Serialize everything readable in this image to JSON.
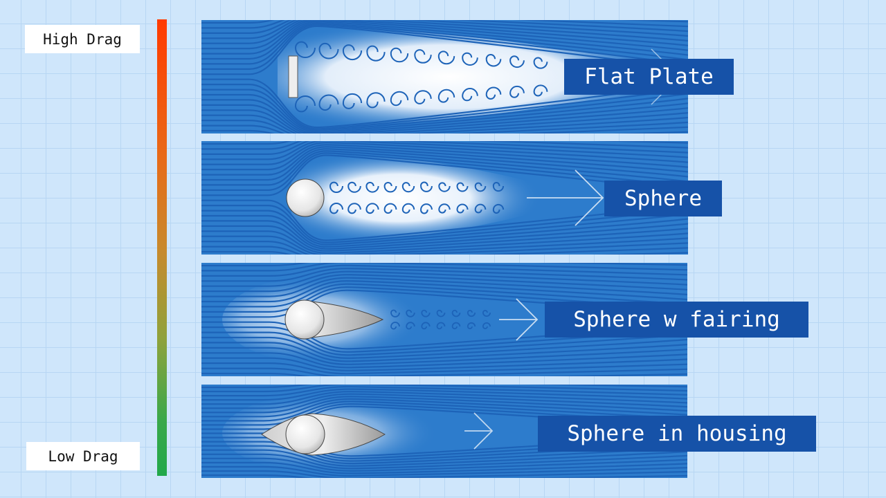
{
  "scale": {
    "high_label": "High Drag",
    "low_label": "Low Drag",
    "gradient_top_color": "#ff3a00",
    "gradient_bottom_color": "#22a84a"
  },
  "panels": [
    {
      "label": "Flat Plate",
      "object": "flat-plate",
      "wake": "wide-vortex"
    },
    {
      "label": "Sphere",
      "object": "sphere",
      "wake": "vortex"
    },
    {
      "label": "Sphere w fairing",
      "object": "sphere-with-fairing",
      "wake": "small-vortex"
    },
    {
      "label": "Sphere in housing",
      "object": "sphere-in-housing",
      "wake": "smooth"
    }
  ],
  "colors": {
    "panel_blue": "#2d7ccc",
    "streamline": "#1d63b8",
    "caption_bg": "#1652a8",
    "grid_bg": "#cfe6fb"
  }
}
